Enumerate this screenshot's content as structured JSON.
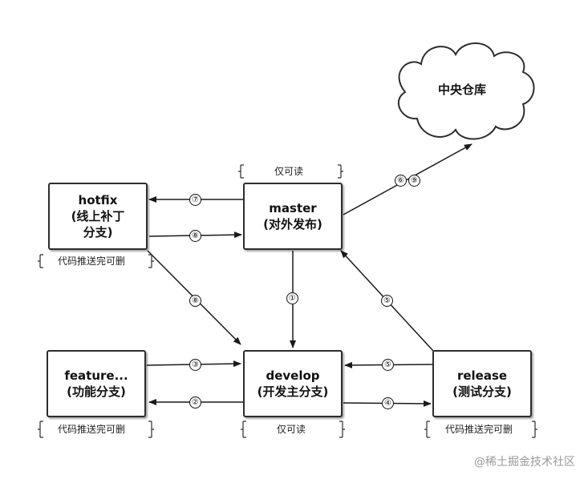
{
  "nodes": {
    "master": {
      "title": "master",
      "subtitle": "(对外发布)"
    },
    "hotfix": {
      "title": "hotfix",
      "subtitle_line1": "(线上补丁",
      "subtitle_line2": "分支)"
    },
    "develop": {
      "title": "develop",
      "subtitle": "(开发主分支)"
    },
    "feature": {
      "title": "feature...",
      "subtitle": "(功能分支)"
    },
    "release": {
      "title": "release",
      "subtitle": "(测试分支)"
    }
  },
  "cloud": {
    "label": "中央仓库"
  },
  "notes": {
    "master_readonly": "仅可读",
    "develop_readonly": "仅可读",
    "hotfix_delete": "代码推送完可删",
    "feature_delete": "代码推送完可删",
    "release_delete": "代码推送完可删"
  },
  "steps": {
    "master_to_hotfix": "⑦",
    "hotfix_to_master": "⑧",
    "hotfix_to_develop": "⑧",
    "master_to_develop": "①",
    "feature_to_develop": "③",
    "develop_to_feature": "②",
    "develop_to_release": "④",
    "release_to_develop": "⑤",
    "release_to_master": "⑤",
    "master_to_repo_a": "⑥",
    "master_to_repo_b": "⑨"
  },
  "watermark": "@稀土掘金技术社区",
  "colors": {
    "stroke": "#2d2d2d",
    "background": "#ffffff",
    "watermark": "#9a9a9a"
  }
}
